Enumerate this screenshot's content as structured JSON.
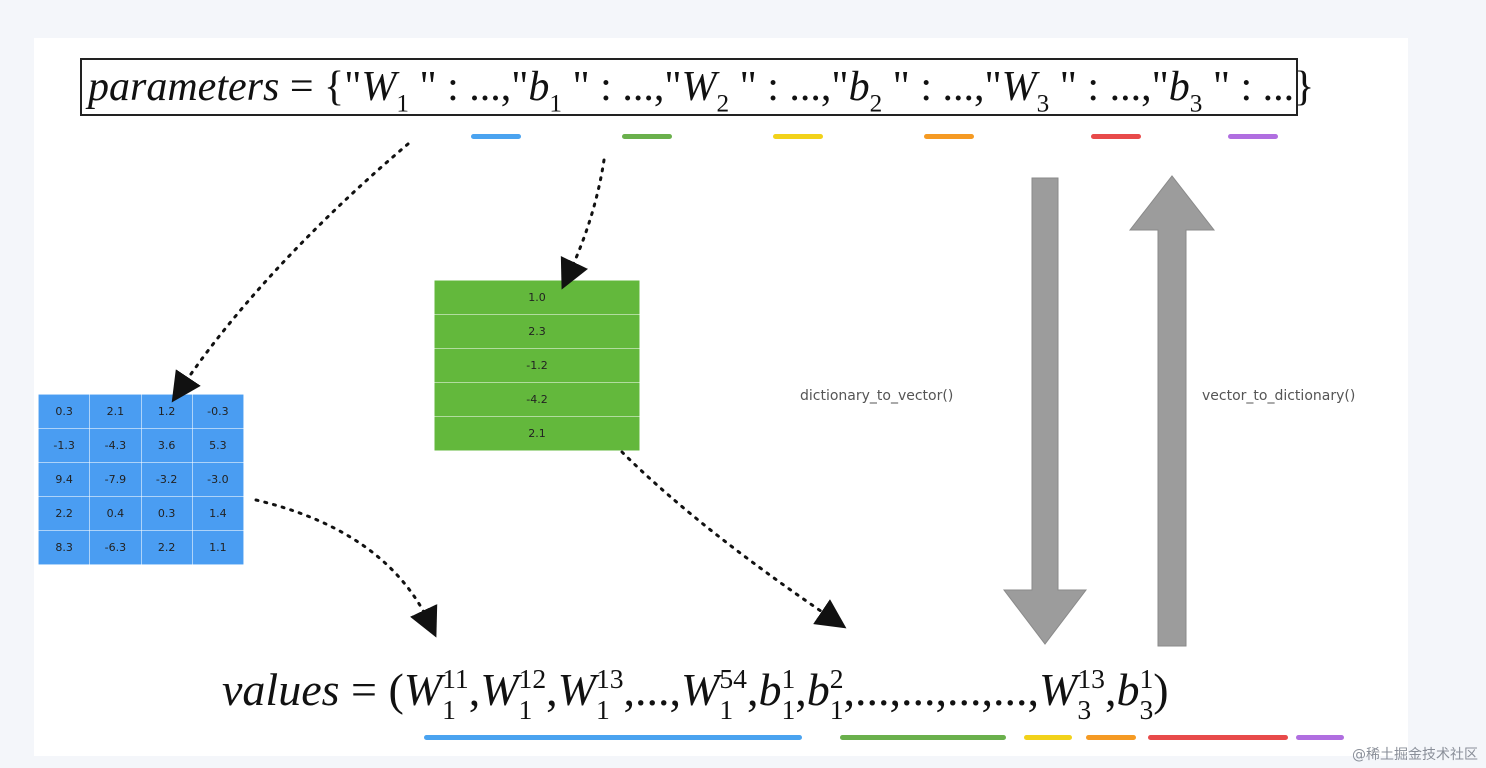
{
  "parameters_formula": {
    "lhs": "parameters",
    "entries": [
      {
        "key_base": "W",
        "key_sub": "1",
        "value": "..."
      },
      {
        "key_base": "b",
        "key_sub": "1",
        "value": "..."
      },
      {
        "key_base": "W",
        "key_sub": "2",
        "value": "..."
      },
      {
        "key_base": "b",
        "key_sub": "2",
        "value": "..."
      },
      {
        "key_base": "W",
        "key_sub": "3",
        "value": "..."
      },
      {
        "key_base": "b",
        "key_sub": "3",
        "value": "..."
      }
    ]
  },
  "key_underline_colors": [
    "#4aa3f0",
    "#6ab04c",
    "#f2d21a",
    "#f59a23",
    "#e84a4a",
    "#b06ee0"
  ],
  "w1_matrix": [
    [
      "0.3",
      "2.1",
      "1.2",
      "-0.3"
    ],
    [
      "-1.3",
      "-4.3",
      "3.6",
      "5.3"
    ],
    [
      "9.4",
      "-7.9",
      "-3.2",
      "-3.0"
    ],
    [
      "2.2",
      "0.4",
      "0.3",
      "1.4"
    ],
    [
      "8.3",
      "-6.3",
      "2.2",
      "1.1"
    ]
  ],
  "b1_vector": [
    "1.0",
    "2.3",
    "-1.2",
    "-4.2",
    "2.1"
  ],
  "functions": {
    "to_vector": "dictionary_to_vector()",
    "to_dictionary": "vector_to_dictionary()"
  },
  "values_formula": {
    "lhs": "values",
    "terms": [
      {
        "base": "W",
        "sup": "11",
        "sub": "1"
      },
      {
        "base": "W",
        "sup": "12",
        "sub": "1"
      },
      {
        "base": "W",
        "sup": "13",
        "sub": "1"
      },
      {
        "text": "..."
      },
      {
        "base": "W",
        "sup": "54",
        "sub": "1"
      },
      {
        "base": "b",
        "sup": "1",
        "sub": "1"
      },
      {
        "base": "b",
        "sup": "2",
        "sub": "1"
      },
      {
        "text": "..."
      },
      {
        "text": "..."
      },
      {
        "text": "..."
      },
      {
        "text": "..."
      },
      {
        "base": "W",
        "sup": "13",
        "sub": "3"
      },
      {
        "base": "b",
        "sup": "1",
        "sub": "3"
      }
    ]
  },
  "values_underline_colors": [
    "#4aa3f0",
    "#6ab04c",
    "#f2d21a",
    "#f59a23",
    "#e84a4a",
    "#b06ee0"
  ],
  "watermark": "@稀土掘金技术社区"
}
